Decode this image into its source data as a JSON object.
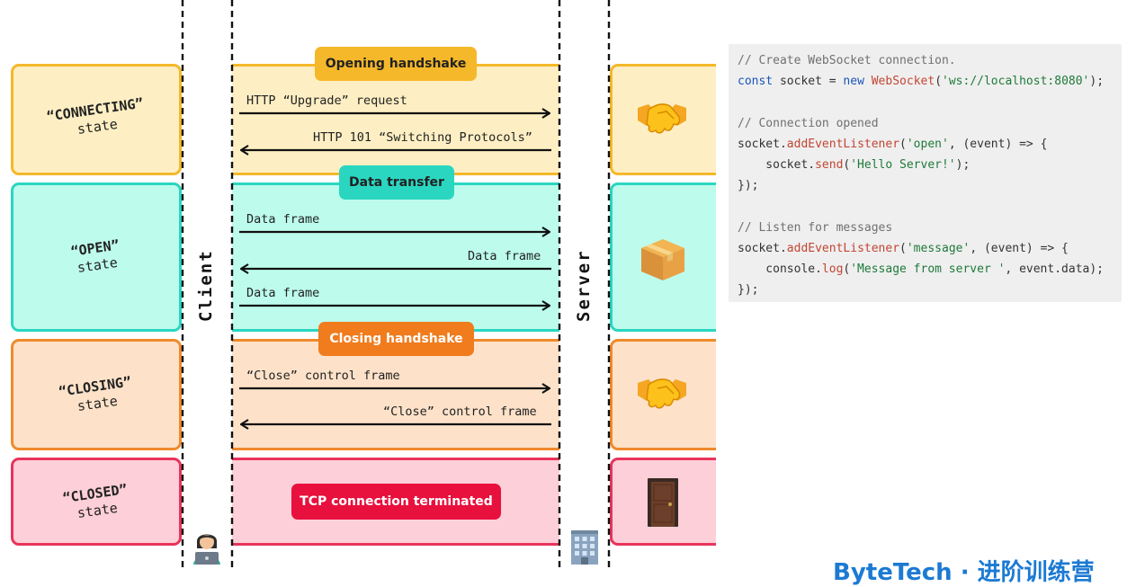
{
  "states": [
    {
      "name": "“CONNECTING”",
      "word": "state",
      "fill": "#fdefc3",
      "border": "#f5b82a"
    },
    {
      "name": "“OPEN”",
      "word": "state",
      "fill": "#bdfcec",
      "border": "#2ad6c0"
    },
    {
      "name": "“CLOSING”",
      "word": "state",
      "fill": "#fde2c9",
      "border": "#f08a2c"
    },
    {
      "name": "“CLOSED”",
      "word": "state",
      "fill": "#fdcfd8",
      "border": "#e8345b"
    }
  ],
  "lanes": {
    "client": "Client",
    "server": "Server"
  },
  "phases": {
    "opening": "Opening handshake",
    "data": "Data transfer",
    "closing": "Closing handshake",
    "closed": "TCP connection terminated"
  },
  "messages": {
    "m1": "HTTP “Upgrade” request",
    "m2": "HTTP 101 “Switching Protocols”",
    "m3": "Data frame",
    "m4": "Data frame",
    "m5": "Data frame",
    "m6": "“Close” control frame",
    "m7": "“Close” control frame"
  },
  "icons": {
    "connecting": "handshake-icon",
    "open": "package-icon",
    "closing": "handshake-icon",
    "closed": "door-icon",
    "client": "technologist-icon",
    "server": "office-building-icon"
  },
  "code": {
    "l1": "// Create WebSocket connection.",
    "l2a": "const",
    "l2b": " socket = ",
    "l2c": "new",
    "l2d": " ",
    "l2e": "WebSocket",
    "l2f": "(",
    "l2g": "'ws://localhost:8080'",
    "l2h": ");",
    "l4": "// Connection opened",
    "l5a": "socket.",
    "l5b": "addEventListener",
    "l5c": "(",
    "l5d": "'open'",
    "l5e": ", (event) => {",
    "l6a": "    socket.",
    "l6b": "send",
    "l6c": "(",
    "l6d": "'Hello Server!'",
    "l6e": ");",
    "l7": "});",
    "l9": "// Listen for messages",
    "l10a": "socket.",
    "l10b": "addEventListener",
    "l10c": "(",
    "l10d": "'message'",
    "l10e": ", (event) => {",
    "l11a": "    console.",
    "l11b": "log",
    "l11c": "(",
    "l11d": "'Message from server '",
    "l11e": ", event.data);",
    "l12": "});"
  },
  "brand": "ByteTech · 进阶训练营"
}
